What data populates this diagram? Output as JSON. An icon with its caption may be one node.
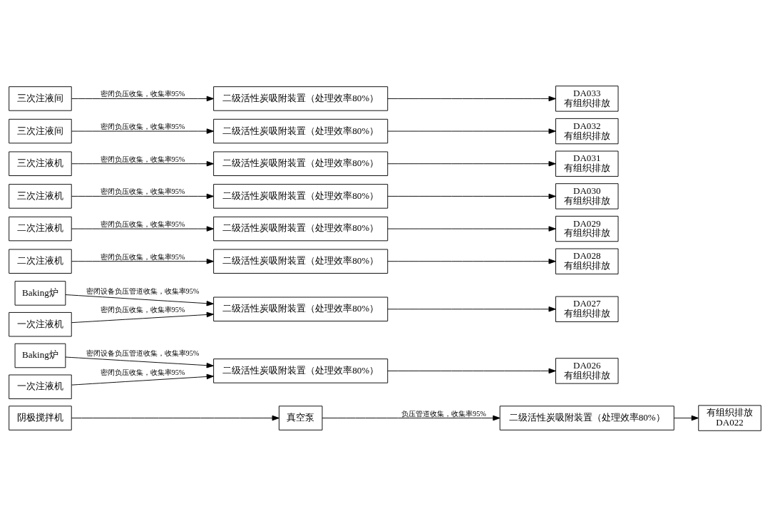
{
  "diagram": {
    "nodes": [
      {
        "text": [
          "阴极搅拌机"
        ]
      },
      {
        "text": [
          "真空泵"
        ]
      },
      {
        "text": [
          "二级活性炭吸附装置（处理效率80%）"
        ]
      },
      {
        "text": [
          "有组织排放",
          "DA022"
        ]
      },
      {
        "text": [
          "Baking炉"
        ]
      },
      {
        "text": [
          "一次注液机"
        ]
      },
      {
        "text": [
          "二级活性炭吸附装置（处理效率80%）"
        ]
      },
      {
        "text": [
          "DA026",
          "有组织排放"
        ]
      },
      {
        "text": [
          "Baking炉"
        ]
      },
      {
        "text": [
          "一次注液机"
        ]
      },
      {
        "text": [
          "二级活性炭吸附装置（处理效率80%）"
        ]
      },
      {
        "text": [
          "DA027",
          "有组织排放"
        ]
      },
      {
        "text": [
          "二次注液机"
        ]
      },
      {
        "text": [
          "二级活性炭吸附装置（处理效率80%）"
        ]
      },
      {
        "text": [
          "DA028",
          "有组织排放"
        ]
      },
      {
        "text": [
          "二次注液机"
        ]
      },
      {
        "text": [
          "二级活性炭吸附装置（处理效率80%）"
        ]
      },
      {
        "text": [
          "DA029",
          "有组织排放"
        ]
      },
      {
        "text": [
          "三次注液机"
        ]
      },
      {
        "text": [
          "二级活性炭吸附装置（处理效率80%）"
        ]
      },
      {
        "text": [
          "DA030",
          "有组织排放"
        ]
      },
      {
        "text": [
          "三次注液机"
        ]
      },
      {
        "text": [
          "二级活性炭吸附装置（处理效率80%）"
        ]
      },
      {
        "text": [
          "DA031",
          "有组织排放"
        ]
      },
      {
        "text": [
          "三次注液间"
        ]
      },
      {
        "text": [
          "二级活性炭吸附装置（处理效率80%）"
        ]
      },
      {
        "text": [
          "DA032",
          "有组织排放"
        ]
      },
      {
        "text": [
          "三次注液间"
        ]
      },
      {
        "text": [
          "二级活性炭吸附装置（处理效率80%）"
        ]
      },
      {
        "text": [
          "DA033",
          "有组织排放"
        ]
      }
    ],
    "edges": [
      {
        "from": 0,
        "to": 1,
        "arrow": "to"
      },
      {
        "from": 1,
        "to": 2,
        "arrow": "to",
        "label": "负压管道收集，收集率95%"
      },
      {
        "from": 2,
        "to": 3,
        "arrow": "to"
      },
      {
        "from": 4,
        "to": 6,
        "arrow": "to",
        "label": "密闭设备负压管道收集，收集率95%"
      },
      {
        "from": 5,
        "to": 6,
        "arrow": "to",
        "label": "密闭负压收集，收集率95%"
      },
      {
        "from": 6,
        "to": 7,
        "arrow": "to"
      },
      {
        "from": 8,
        "to": 10,
        "arrow": "to",
        "label": "密闭设备负压管道收集，收集率95%"
      },
      {
        "from": 9,
        "to": 10,
        "arrow": "to",
        "label": "密闭负压收集，收集率95%"
      },
      {
        "from": 10,
        "to": 11,
        "arrow": "to"
      },
      {
        "from": 12,
        "to": 13,
        "arrow": "to",
        "label": "密闭负压收集，收集率95%"
      },
      {
        "from": 13,
        "to": 14,
        "arrow": "to"
      },
      {
        "from": 15,
        "to": 16,
        "arrow": "to",
        "label": "密闭负压收集，收集率95%"
      },
      {
        "from": 16,
        "to": 17,
        "arrow": "to"
      },
      {
        "from": 18,
        "to": 19,
        "arrow": "to",
        "label": "密闭负压收集，收集率95%"
      },
      {
        "from": 19,
        "to": 20,
        "arrow": "to"
      },
      {
        "from": 21,
        "to": 22,
        "arrow": "to",
        "label": "密闭负压收集，收集率95%"
      },
      {
        "from": 22,
        "to": 23,
        "arrow": "to"
      },
      {
        "from": 24,
        "to": 25,
        "arrow": "to",
        "label": "密闭负压收集，收集率95%"
      },
      {
        "from": 25,
        "to": 26,
        "arrow": "to"
      },
      {
        "from": 27,
        "to": 28,
        "arrow": "to",
        "label": "密闭负压收集，收集率95%"
      },
      {
        "from": 28,
        "to": 29,
        "arrow": "to"
      }
    ]
  }
}
